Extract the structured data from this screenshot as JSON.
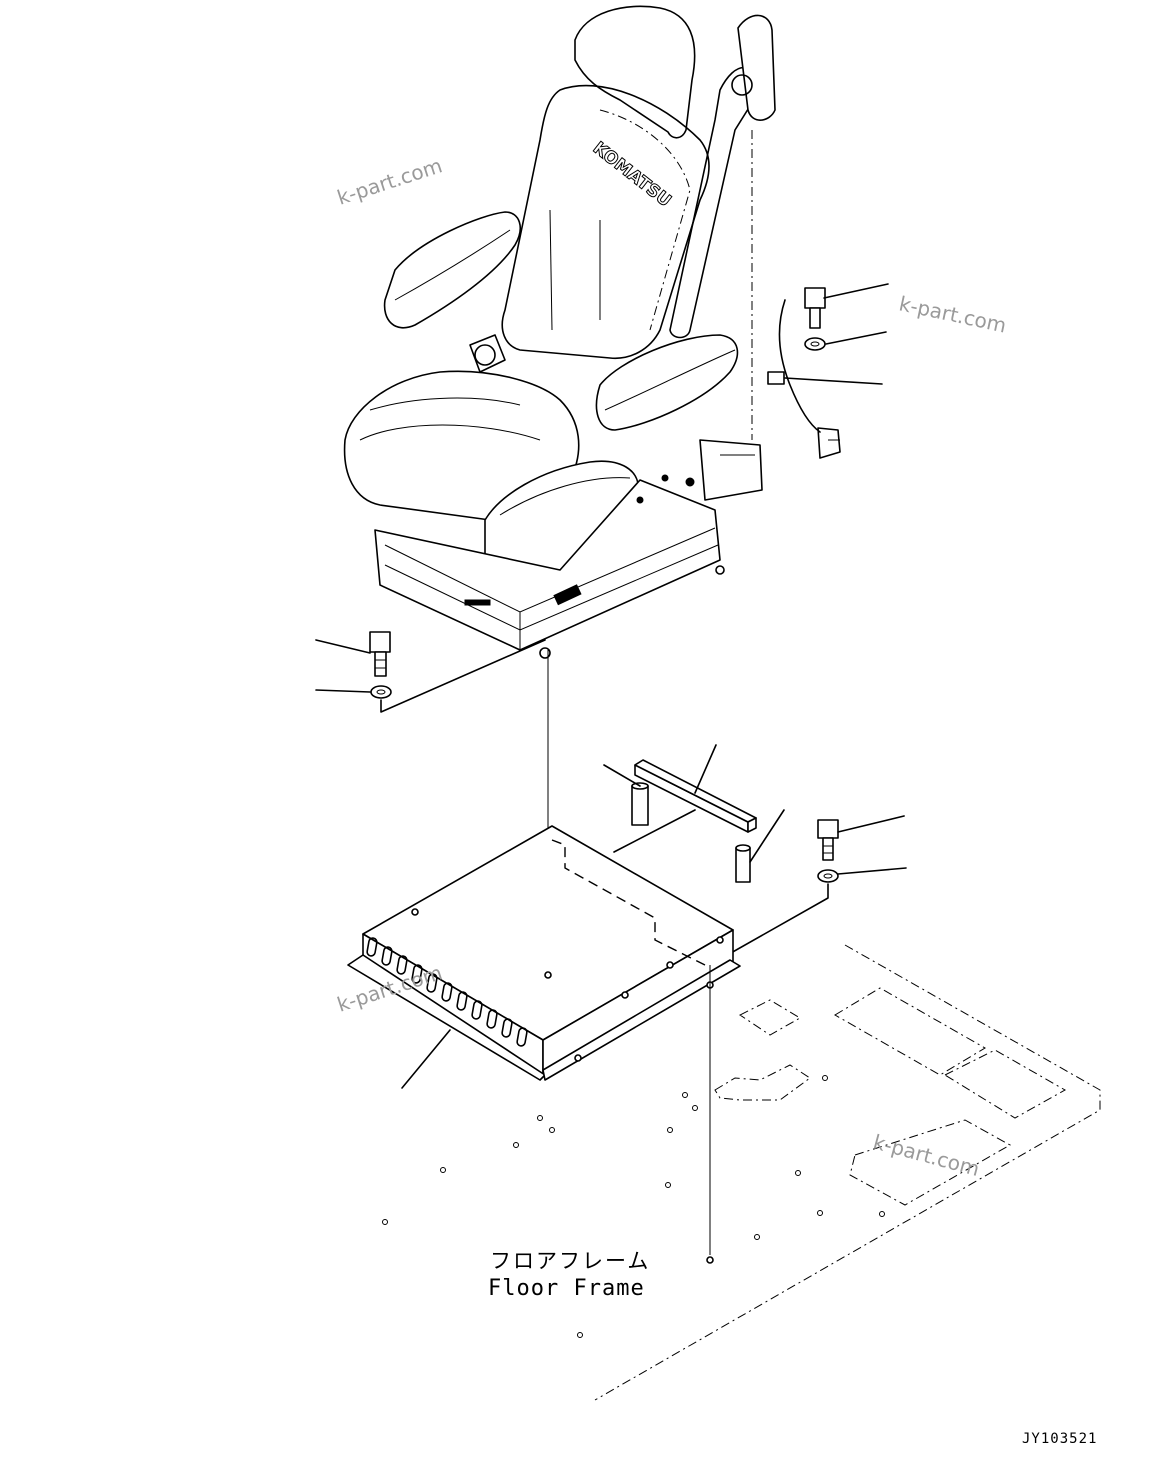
{
  "drawing": {
    "floor_label_jp": "フロアフレーム",
    "floor_label_en": "Floor Frame",
    "drawing_code": "JY103521",
    "seat_brand": "KOMATSU",
    "watermark": "k-part.com"
  },
  "colors": {
    "line": "#000000",
    "background": "#ffffff",
    "watermark": "#9a9a9a"
  }
}
